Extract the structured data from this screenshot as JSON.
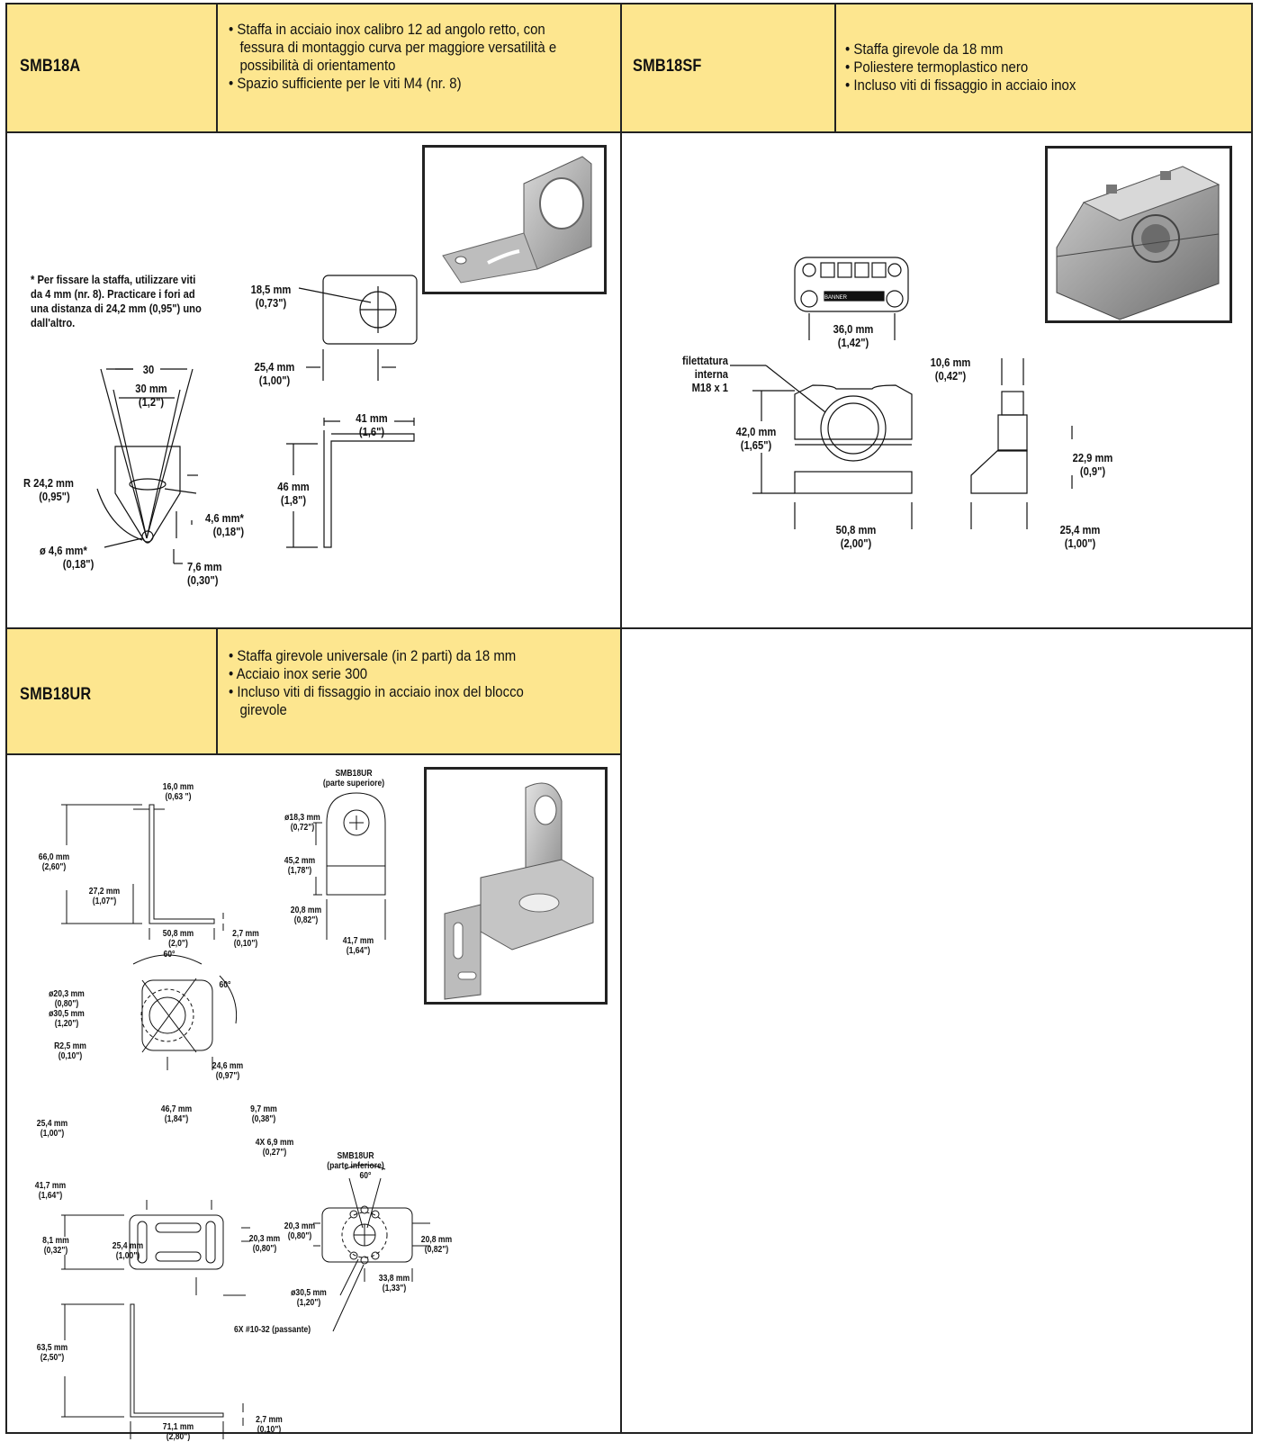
{
  "sections": [
    {
      "code": "SMB18A",
      "bullets": [
        "• Staffa in acciaio inox calibro 12 ad angolo retto, con",
        "   fessura di montaggio curva per maggiore versatilità e",
        "   possibilità di orientamento",
        "• Spazio sufficiente per le viti M4 (nr. 8)"
      ]
    },
    {
      "code": "SMB18SF",
      "bullets": [
        "• Staffa girevole da 18 mm",
        "• Poliestere termoplastico nero",
        "• Incluso viti di fissaggio in acciaio inox"
      ]
    },
    {
      "code": "SMB18UR",
      "bullets": [
        "• Staffa girevole universale (in 2 parti) da 18 mm",
        "• Acciaio inox serie 300",
        "• Incluso viti di fissaggio in acciaio inox del blocco",
        "   girevole"
      ]
    }
  ],
  "smb18a": {
    "note": [
      "* Per fissare la staffa, utilizzare viti",
      "da 4 mm (nr. 8). Practicare i fori ad",
      "una distanza di 24,2 mm (0,95\") uno",
      "dall'altro."
    ],
    "d_30": "30",
    "d_30mm": [
      "30 mm",
      "(1,2\")"
    ],
    "d_r242": [
      "R 24,2 mm",
      "(0,95\")"
    ],
    "d_46a": [
      "4,6 mm*",
      "(0,18\")"
    ],
    "d_46b": [
      "ø 4,6 mm*",
      "(0,18\")"
    ],
    "d_76": [
      "7,6 mm",
      "(0,30\")"
    ],
    "d_185": [
      "18,5 mm",
      "(0,73\")"
    ],
    "d_254": [
      "25,4 mm",
      "(1,00\")"
    ],
    "d_41": [
      "41 mm",
      "(1,6\")"
    ],
    "d_46": [
      "46 mm",
      "(1,8\")"
    ]
  },
  "smb18sf": {
    "d_360": [
      "36,0 mm",
      "(1,42\")"
    ],
    "d_thread": [
      "filettatura",
      "interna",
      "M18 x 1"
    ],
    "d_420": [
      "42,0 mm",
      "(1,65\")"
    ],
    "d_508": [
      "50,8 mm",
      "(2,00\")"
    ],
    "d_106": [
      "10,6 mm",
      "(0,42\")"
    ],
    "d_229": [
      "22,9 mm",
      "(0,9\")"
    ],
    "d_254": [
      "25,4 mm",
      "(1,00\")"
    ],
    "brand": "BANNER"
  },
  "smb18ur": {
    "top_title": [
      "SMB18UR",
      "(parte superiore)"
    ],
    "bot_title": [
      "SMB18UR",
      "(parte inferiore)"
    ],
    "d_160": [
      "16,0 mm",
      "(0,63 \")"
    ],
    "d_660": [
      "66,0 mm",
      "(2,60\")"
    ],
    "d_272": [
      "27,2 mm",
      "(1,07\")"
    ],
    "d_508": [
      "50,8 mm",
      "(2,0\")"
    ],
    "d_27a": [
      "2,7 mm",
      "(0,10\")"
    ],
    "d_183": [
      "ø18,3 mm",
      "(0,72\")"
    ],
    "d_452": [
      "45,2 mm",
      "(1,78\")"
    ],
    "d_208": [
      "20,8 mm",
      "(0,82\")"
    ],
    "d_417": [
      "41,7 mm",
      "(1,64\")"
    ],
    "d_60a": "60°",
    "d_60b": "60°",
    "d_203": [
      "ø20,3 mm",
      "(0,80\")"
    ],
    "d_305": [
      "ø30,5 mm",
      "(1,20\")"
    ],
    "d_r25": [
      "R2,5 mm",
      "(0,10\")"
    ],
    "d_246": [
      "24,6 mm",
      "(0,97\")"
    ],
    "d_467": [
      "46,7 mm",
      "(1,84\")"
    ],
    "d_97": [
      "9,7 mm",
      "(0,38\")"
    ],
    "d_254": [
      "25,4 mm",
      "(1,00\")"
    ],
    "d_4x69": [
      "4X 6,9 mm",
      "(0,27\")"
    ],
    "d_417b": [
      "41,7 mm",
      "(1,64\")"
    ],
    "d_81": [
      "8,1 mm",
      "(0,32\")"
    ],
    "d_254b": [
      "25,4 mm",
      "(1,00\")"
    ],
    "d_203b": [
      "20,3 mm",
      "(0,80\")"
    ],
    "d_635": [
      "63,5 mm",
      "(2,50\")"
    ],
    "d_711": [
      "71,1 mm",
      "(2,80\")"
    ],
    "d_27b": [
      "2,7 mm",
      "(0,10\")"
    ],
    "d_60c": "60°",
    "d_203c": [
      "20,3 mm",
      "(0,80\")"
    ],
    "d_208b": [
      "20,8 mm",
      "(0,82\")"
    ],
    "d_305b": [
      "ø30,5 mm",
      "(1,20\")"
    ],
    "d_338": [
      "33,8 mm",
      "(1,33\")"
    ],
    "d_6x": "6X #10-32 (passante)"
  }
}
